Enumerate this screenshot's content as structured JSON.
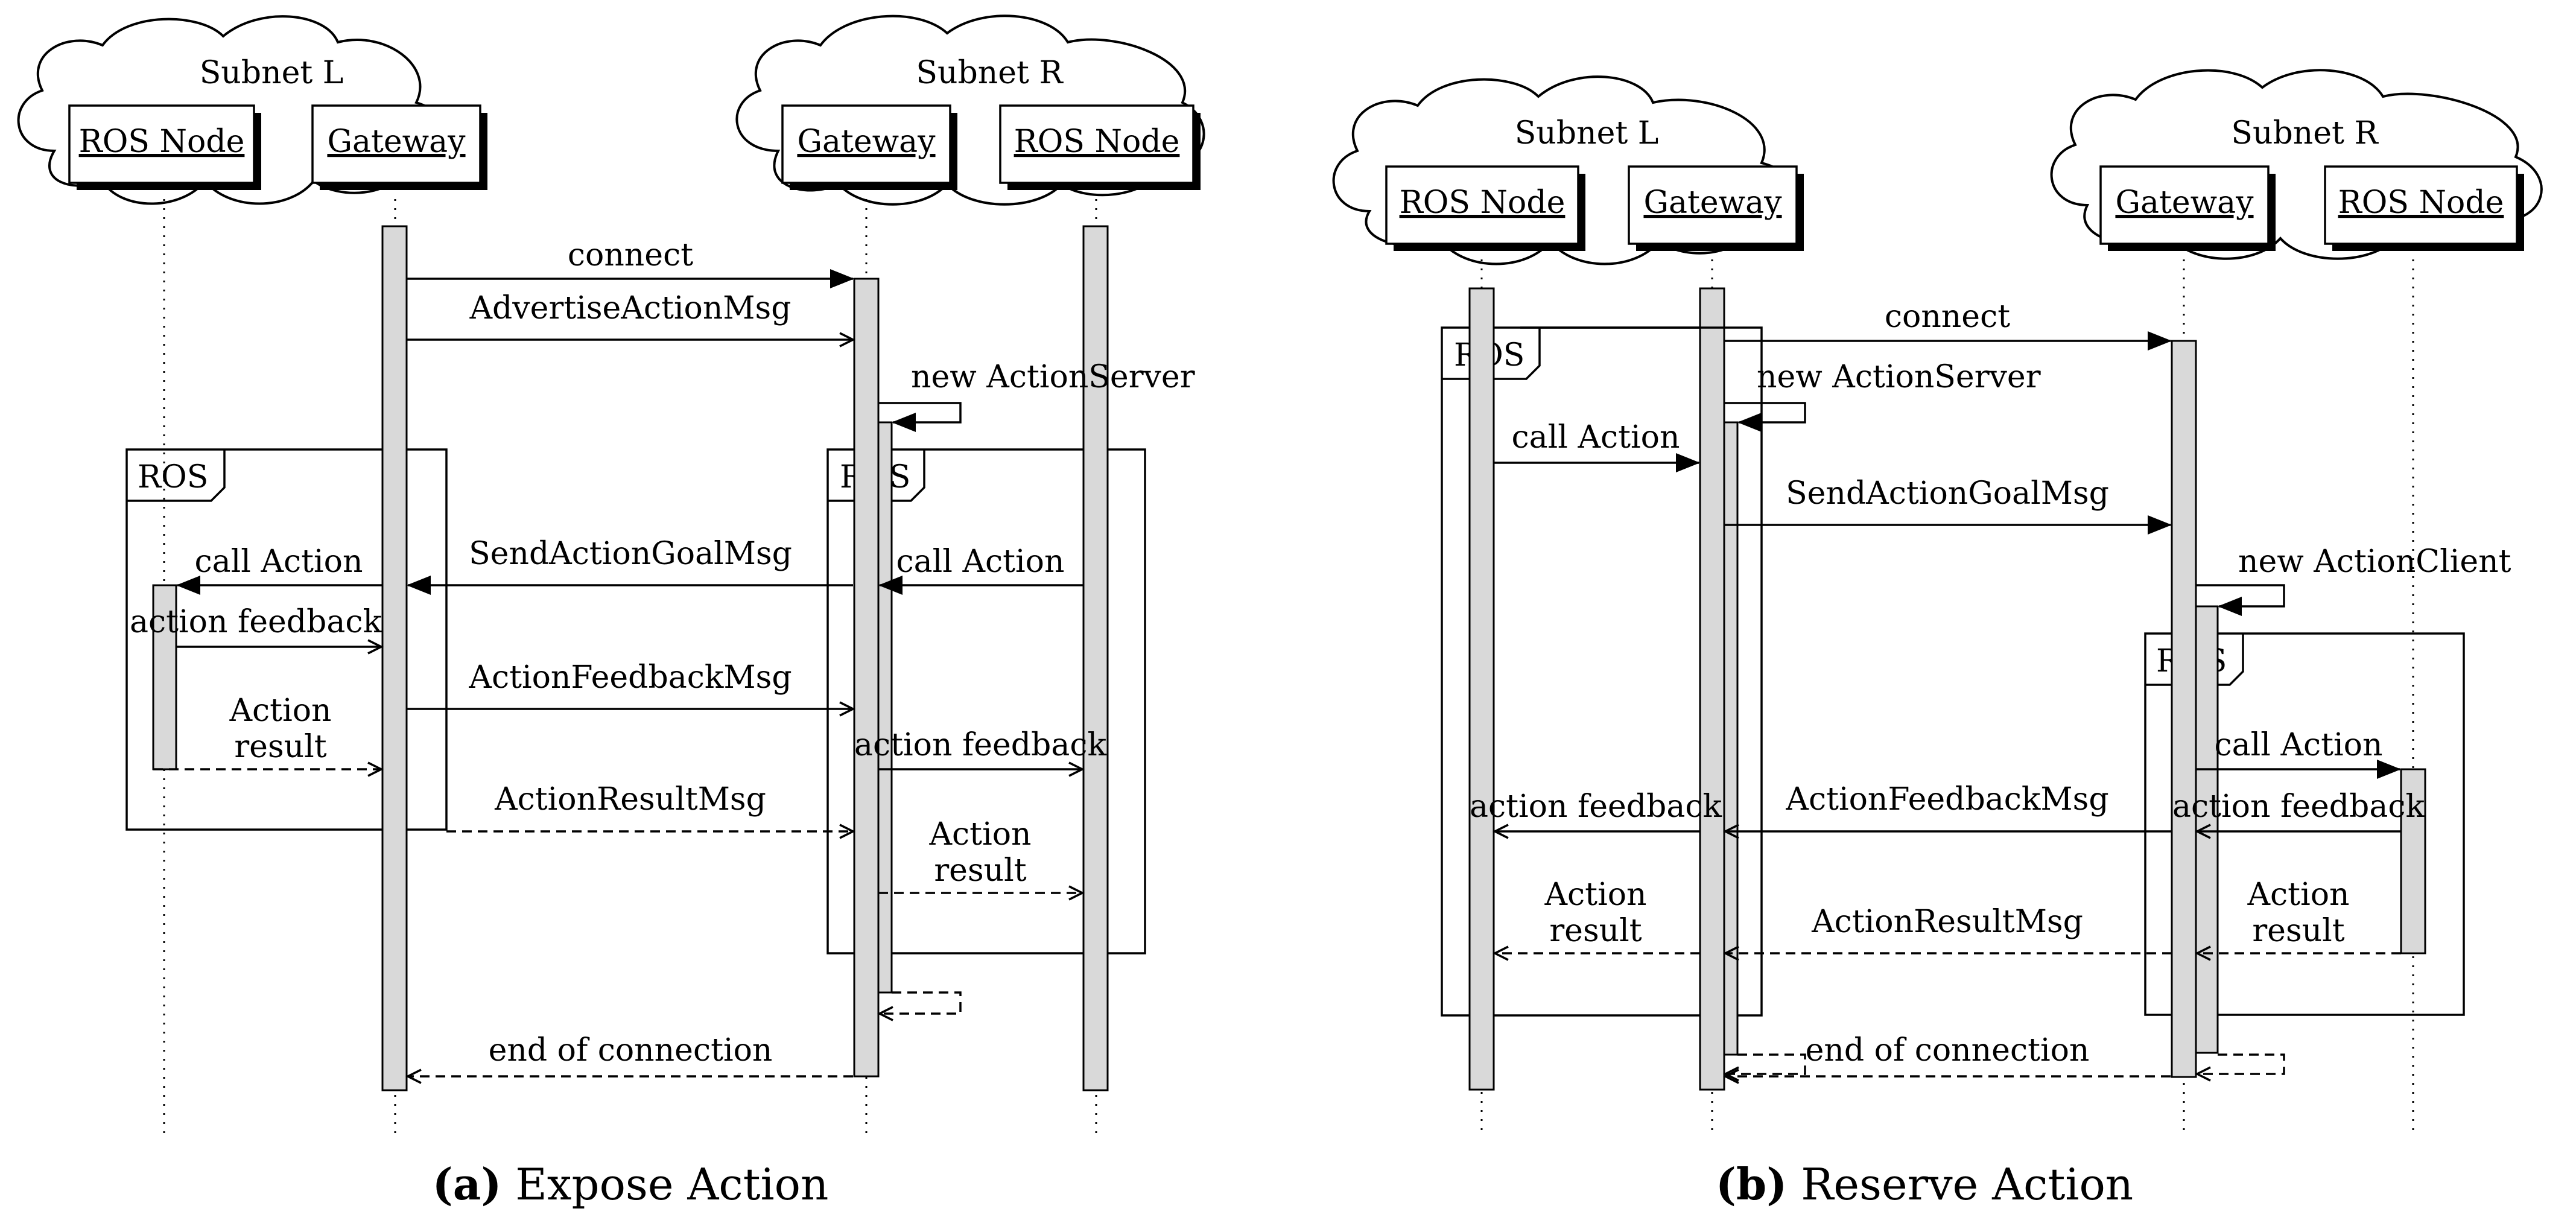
{
  "diagrams": {
    "a": {
      "caption_letter": "(a)",
      "caption_text": " Expose Action",
      "subnet_l": "Subnet L",
      "subnet_r": "Subnet R",
      "participants": {
        "ros_node_l": "ROS Node",
        "gateway_l": "Gateway",
        "gateway_r": "Gateway",
        "ros_node_r": "ROS Node"
      },
      "frames": {
        "ros_left": "ROS",
        "ros_right": "ROS"
      },
      "messages": {
        "connect": "connect",
        "advertise": "AdvertiseActionMsg",
        "new_server": "new ActionServer",
        "call_action_l": "call Action",
        "send_goal": "SendActionGoalMsg",
        "call_action_r": "call Action",
        "feedback_l": "action feedback",
        "feedback_msg": "ActionFeedbackMsg",
        "result_l_1": "Action",
        "result_l_2": "result",
        "feedback_r": "action feedback",
        "result_msg": "ActionResultMsg",
        "result_r_1": "Action",
        "result_r_2": "result",
        "end_conn": "end of connection"
      }
    },
    "b": {
      "caption_letter": "(b)",
      "caption_text": " Reserve Action",
      "subnet_l": "Subnet L",
      "subnet_r": "Subnet R",
      "participants": {
        "ros_node_l": "ROS Node",
        "gateway_l": "Gateway",
        "gateway_r": "Gateway",
        "ros_node_r": "ROS Node"
      },
      "frames": {
        "ros_left": "ROS",
        "ros_right": "ROS"
      },
      "messages": {
        "connect": "connect",
        "new_server": "new ActionServer",
        "call_action_l": "call Action",
        "send_goal": "SendActionGoalMsg",
        "new_client": "new ActionClient",
        "call_action_r": "call Action",
        "feedback_l": "action feedback",
        "feedback_msg": "ActionFeedbackMsg",
        "feedback_r": "action feedback",
        "result_l_1": "Action",
        "result_l_2": "result",
        "result_msg": "ActionResultMsg",
        "result_r_1": "Action",
        "result_r_2": "result",
        "end_conn": "end of connection"
      }
    }
  }
}
